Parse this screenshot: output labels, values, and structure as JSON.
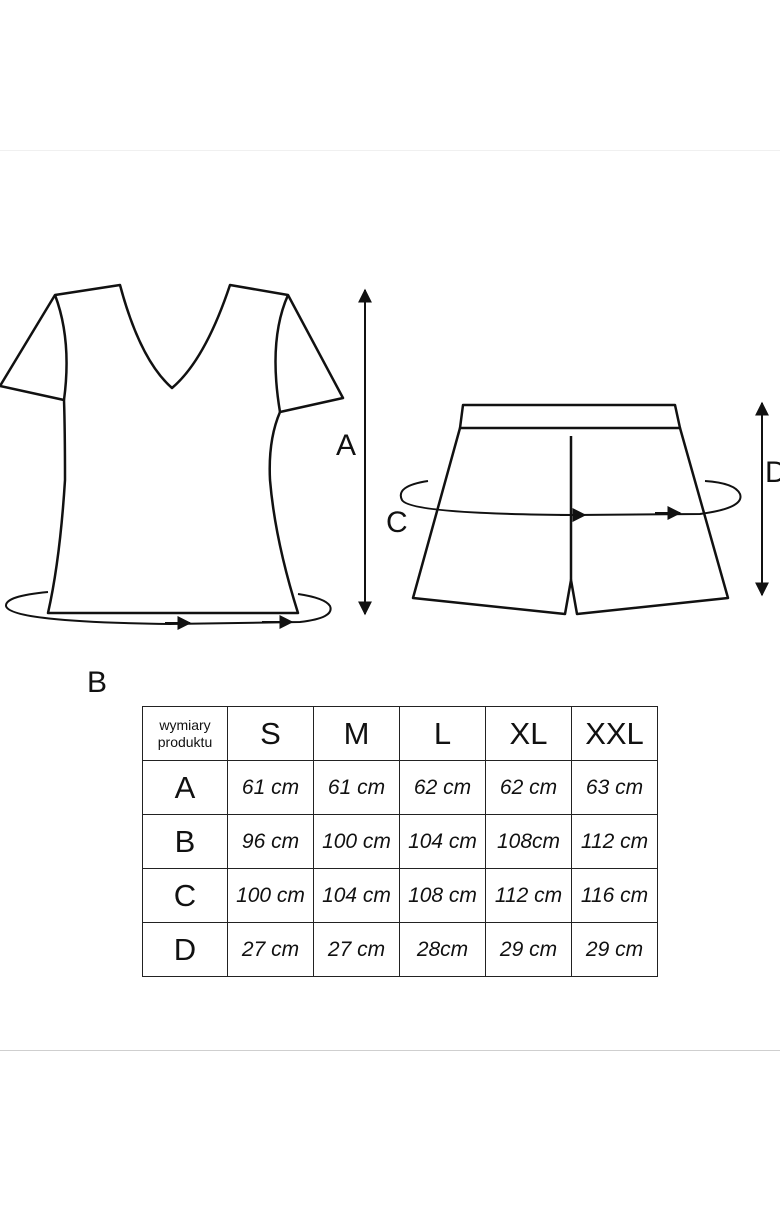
{
  "labels": {
    "a": "A",
    "b": "B",
    "c": "C",
    "d": "D"
  },
  "table": {
    "header_label": "wymiary produktu",
    "sizes": [
      "S",
      "M",
      "L",
      "XL",
      "XXL"
    ],
    "rows": [
      {
        "label": "A",
        "values": [
          "61 cm",
          "61 cm",
          "62 cm",
          "62 cm",
          "63 cm"
        ]
      },
      {
        "label": "B",
        "values": [
          "96 cm",
          "100 cm",
          "104 cm",
          "108cm",
          "112 cm"
        ]
      },
      {
        "label": "C",
        "values": [
          "100 cm",
          "104 cm",
          "108 cm",
          "112 cm",
          "116 cm"
        ]
      },
      {
        "label": "D",
        "values": [
          "27 cm",
          "27 cm",
          "28cm",
          "29 cm",
          "29 cm"
        ]
      }
    ]
  },
  "icons": [
    "tshirt-outline",
    "shorts-outline",
    "arrow-head"
  ]
}
